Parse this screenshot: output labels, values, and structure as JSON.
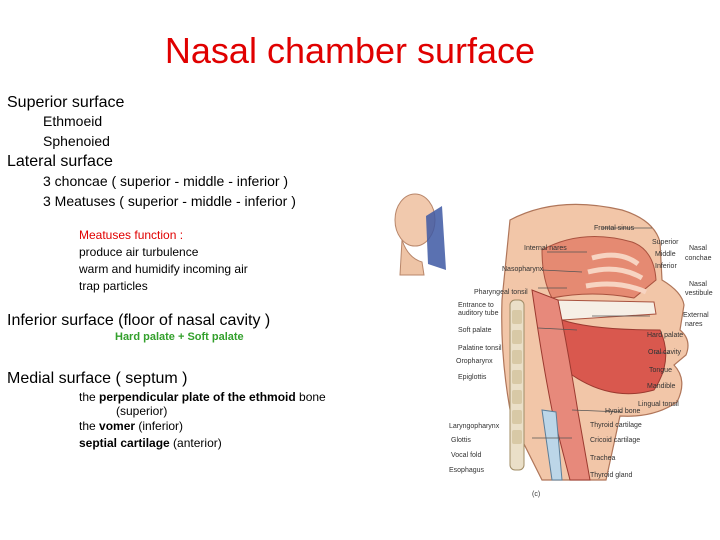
{
  "title": "Nasal chamber surface",
  "superior": {
    "heading": "Superior surface",
    "items": [
      "Ethmoeid",
      "Sphenoied"
    ]
  },
  "lateral": {
    "heading": "Lateral surface",
    "items": [
      "3 choncae ( superior  - middle - inferior )",
      "3 Meatuses ( superior  - middle - inferior )"
    ]
  },
  "meatuses": {
    "lines": [
      "Meatuses function :",
      "produce air turbulence",
      "warm and humidify incoming air",
      "trap particles"
    ]
  },
  "inferior": {
    "heading": "Inferior surface (floor of nasal cavity )",
    "note": "Hard palate + Soft palate"
  },
  "medial": {
    "heading": "Medial surface ( septum )",
    "l1_a": "the ",
    "l1_b": "perpendicular plate of the ethmoid",
    "l1_c": " bone",
    "l2": "(superior)",
    "l3_a": "the ",
    "l3_b": "vomer",
    "l3_c": " (inferior)",
    "l4_b": "septial cartilage",
    "l4_c": " (anterior)"
  },
  "figure": {
    "labels_right": [
      "Frontal sinus",
      "Superior",
      "Middle",
      "Inferior",
      "Nasal",
      "conchae",
      "Nasal",
      "vestibule",
      "External",
      "nares",
      "Hard palate",
      "Oral cavity",
      "Tongue",
      "Mandible",
      "Lingual tonsil",
      "Hyoid bone",
      "Thyroid cartilage",
      "Cricoid cartilage",
      "Trachea",
      "Thyroid gland"
    ],
    "labels_left": [
      "Internal nares",
      "Nasopharynx",
      "Pharyngeal tonsil",
      "Entrance to",
      "auditory tube",
      "Soft palate",
      "Palatine tonsil",
      "Oropharynx",
      "Epiglottis",
      "Laryngopharynx",
      "Glottis",
      "Vocal fold",
      "Esophagus"
    ],
    "caption": "(c)"
  },
  "colors": {
    "title": "#e00000",
    "accent_red": "#e00000",
    "accent_green": "#33a02c"
  }
}
